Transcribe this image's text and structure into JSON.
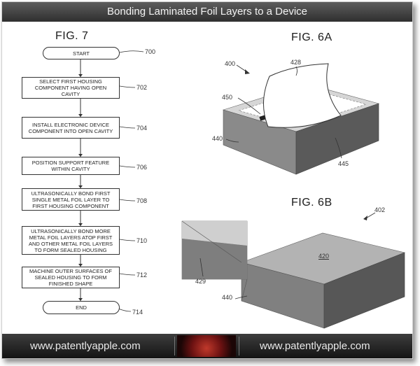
{
  "header": {
    "title": "Bonding Laminated Foil Layers to a Device"
  },
  "footer": {
    "url_left": "www.patentlyapple.com",
    "url_right": "www.patentlyapple.com"
  },
  "fig7": {
    "label": "FIG. 7",
    "start": {
      "text": "START",
      "ref": "700"
    },
    "steps": [
      {
        "text": "SELECT FIRST HOUSING COMPONENT HAVING OPEN CAVITY",
        "ref": "702"
      },
      {
        "text": "INSTALL ELECTRONIC DEVICE COMPONENT INTO OPEN CAVITY",
        "ref": "704"
      },
      {
        "text": "POSITION SUPPORT FEATURE WITHIN CAVITY",
        "ref": "706"
      },
      {
        "text": "ULTRASONICALLY BOND FIRST SINGLE METAL FOIL LAYER TO FIRST HOUSING COMPONENT",
        "ref": "708"
      },
      {
        "text": "ULTRASONICALLY BOND MORE METAL FOIL LAYERS ATOP FIRST AND OTHER METAL FOIL LAYERS TO FORM SEALED HOUSING",
        "ref": "710"
      },
      {
        "text": "MACHINE OUTER SURFACES OF SEALED HOUSING TO FORM FINISHED SHAPE",
        "ref": "712"
      }
    ],
    "end": {
      "text": "END",
      "ref": "714"
    }
  },
  "fig6a": {
    "label": "FIG. 6A",
    "refs": {
      "r400": "400",
      "r428": "428",
      "r450": "450",
      "r440": "440",
      "r445": "445"
    }
  },
  "fig6b": {
    "label": "FIG. 6B",
    "refs": {
      "r402": "402",
      "r420": "420",
      "r429": "429",
      "r440": "440"
    }
  }
}
